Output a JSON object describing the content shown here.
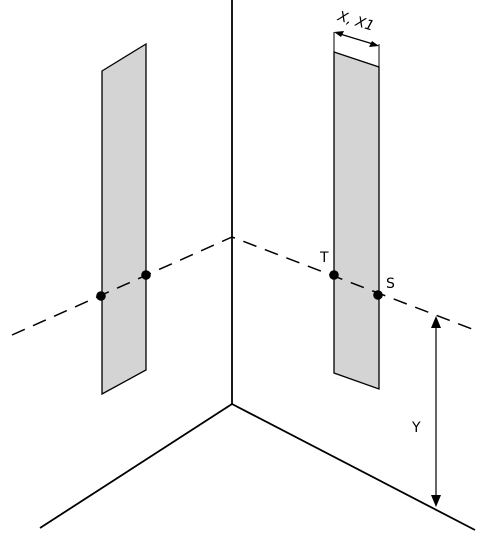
{
  "labels": {
    "width_dimension": "X, X1",
    "height_dimension": "Y",
    "point_t": "T",
    "point_s": "S"
  },
  "colors": {
    "line": "#000000",
    "panel_fill": "#d4d4d4",
    "background": "#ffffff"
  }
}
